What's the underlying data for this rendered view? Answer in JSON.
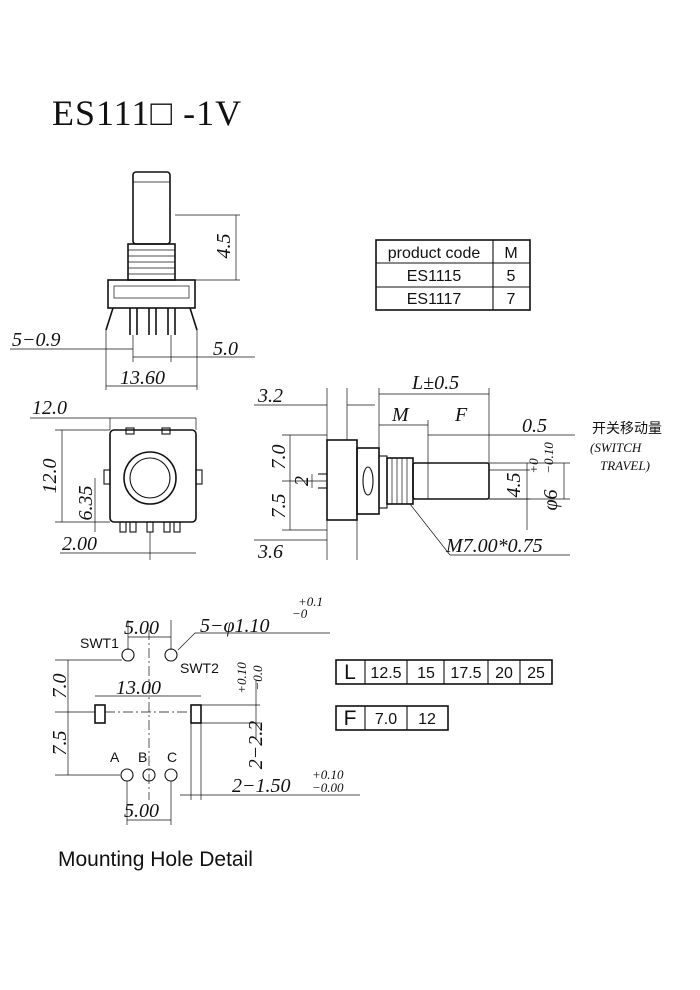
{
  "title": "ES111□ -1V",
  "product_table": {
    "header": [
      "product code",
      "M"
    ],
    "rows": [
      [
        "ES1115",
        "5"
      ],
      [
        "ES1117",
        "7"
      ]
    ]
  },
  "side_view": {
    "dim_shaft_len": "4.5",
    "dim_pins": "5−0.9",
    "dim_pitch": "5.0",
    "dim_width": "13.60"
  },
  "front_view": {
    "dim_width": "12.0",
    "dim_height": "12.0",
    "dim_offset": "6.35",
    "dim_bottom": "2.00"
  },
  "profile_view": {
    "dim_L": "L±0.5",
    "dim_32": "3.2",
    "dim_M": "M",
    "dim_F": "F",
    "dim_05": "0.5",
    "switch_cn": "开关移动量",
    "switch_en_1": "(SWITCH",
    "switch_en_2": "TRAVEL)",
    "dim_70": "7.0",
    "dim_75": "7.5",
    "dim_2": "2",
    "dim_45": "4.5",
    "dim_phi6": "φ6",
    "dim_phi6_tol_up": "+0",
    "dim_phi6_tol_dn": "−0.10",
    "dim_36": "3.6",
    "dim_thread": "M7.00*0.75"
  },
  "mounting": {
    "caption": "Mounting Hole Detail",
    "dim_500_top": "5.00",
    "dim_holes": "5−φ1.10",
    "dim_holes_tol_up": "+0.1",
    "dim_holes_tol_dn": "−0",
    "swt1": "SWT1",
    "swt2": "SWT2",
    "dim_70": "7.0",
    "dim_1300": "13.00",
    "dim_22": "2−2.2",
    "dim_22_tol_up": "+0.10",
    "dim_22_tol_dn": "−0.0",
    "dim_75": "7.5",
    "pin_a": "A",
    "pin_b": "B",
    "pin_c": "C",
    "dim_150": "2−1.50",
    "dim_150_tol_up": "+0.10",
    "dim_150_tol_dn": "−0.00",
    "dim_500_bot": "5.00"
  },
  "L_table": {
    "head": "L",
    "values": [
      "12.5",
      "15",
      "17.5",
      "20",
      "25"
    ]
  },
  "F_table": {
    "head": "F",
    "values": [
      "7.0",
      "12"
    ]
  }
}
